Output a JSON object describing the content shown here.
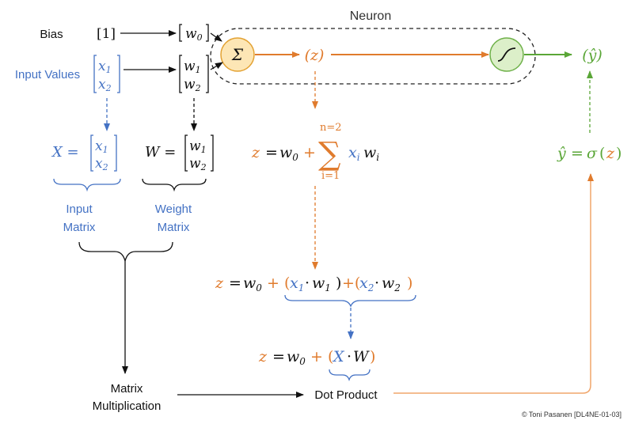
{
  "colors": {
    "blue": "#4472c4",
    "orange": "#e07b2d",
    "green": "#5aa637",
    "black": "#111111",
    "neuron_sum_fill": "#fde6b5",
    "neuron_act_fill": "#dcefc9"
  },
  "labels": {
    "neuron": "Neuron",
    "bias": "Bias",
    "input_values": "Input Values",
    "input_matrix_line1": "Input",
    "input_matrix_line2": "Matrix",
    "weight_matrix_line1": "Weight",
    "weight_matrix_line2": "Matrix",
    "matrix_mult_line1": "Matrix",
    "matrix_mult_line2": "Multiplication",
    "dot_product": "Dot Product",
    "credit": "© Toni Pasanen [DL4NE-01-03]"
  },
  "symbols": {
    "bias_one": "[1]",
    "w0_bracket": "[w0]",
    "x1": "x1",
    "x2": "x2",
    "w1": "w1",
    "w2": "w2",
    "sum_node": "Σ",
    "z_paren": "(z)",
    "yhat_paren": "(ŷ)",
    "X_eq": "X =",
    "W_eq": "W =",
    "sigma_upper": "n=2",
    "sigma_lower": "i=1",
    "sigma": "∑"
  },
  "equations": {
    "z_sum_lhs": "z = w0 +",
    "z_sum_term": "xi wi",
    "z_expanded": "z = w0 + (x1·w1)+(x2·w2)",
    "z_dot": "z = w0 + (X·W)",
    "yhat": "ŷ = σ (z)"
  }
}
